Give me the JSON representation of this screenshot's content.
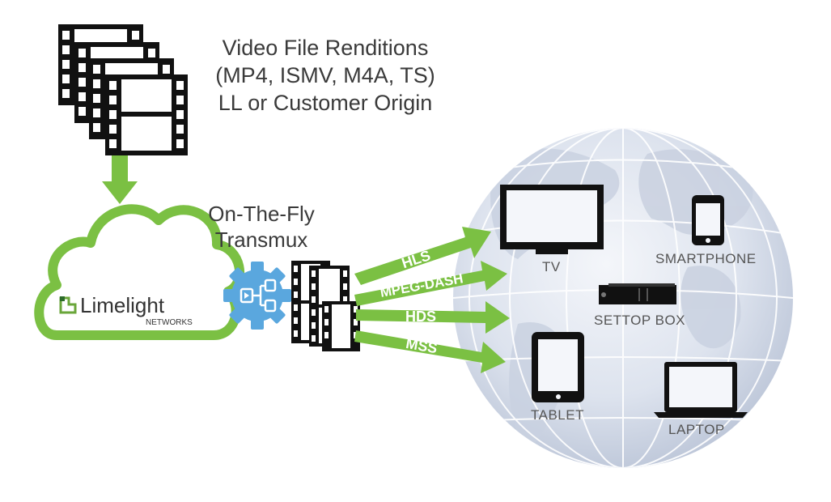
{
  "renditions_text": {
    "line1": "Video File Renditions",
    "line2": "(MP4, ISMV, M4A, TS)",
    "line3": "LL or Customer Origin"
  },
  "transmux_text": {
    "line1": "On-The-Fly",
    "line2": "Transmux"
  },
  "cloud": {
    "logo_text": "Limelight",
    "logo_sub": "NETWORKS"
  },
  "protocols": [
    "HLS",
    "MPEG-DASH",
    "HDS",
    "MSS"
  ],
  "devices": {
    "tv": "TV",
    "smartphone": "SMARTPHONE",
    "settop": "SETTOP BOX",
    "tablet": "TABLET",
    "laptop": "LAPTOP"
  },
  "colors": {
    "accent_green": "#7bc043",
    "gear_blue": "#5aa7de",
    "ink": "#111111",
    "text": "#3a3a3a",
    "globe": "#d4dbe8"
  },
  "icons": [
    "film-frames-icon",
    "down-arrow-icon",
    "cloud-icon",
    "gear-icon",
    "globe-icon",
    "tv-icon",
    "smartphone-icon",
    "settop-box-icon",
    "tablet-icon",
    "laptop-icon"
  ]
}
